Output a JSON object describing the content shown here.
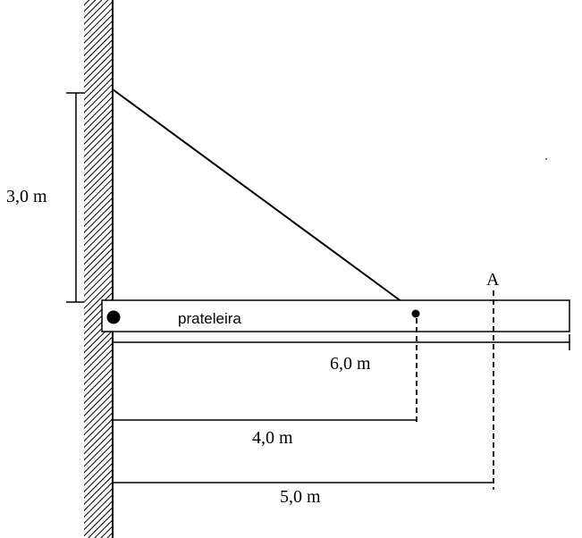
{
  "labels": {
    "height": "3,0 m",
    "shelf": "prateleira",
    "point": "A",
    "length_total": "6,0 m",
    "length_support": "4,0 m",
    "length_point": "5,0 m"
  },
  "colors": {
    "ink": "#000000",
    "paper": "#ffffff"
  }
}
